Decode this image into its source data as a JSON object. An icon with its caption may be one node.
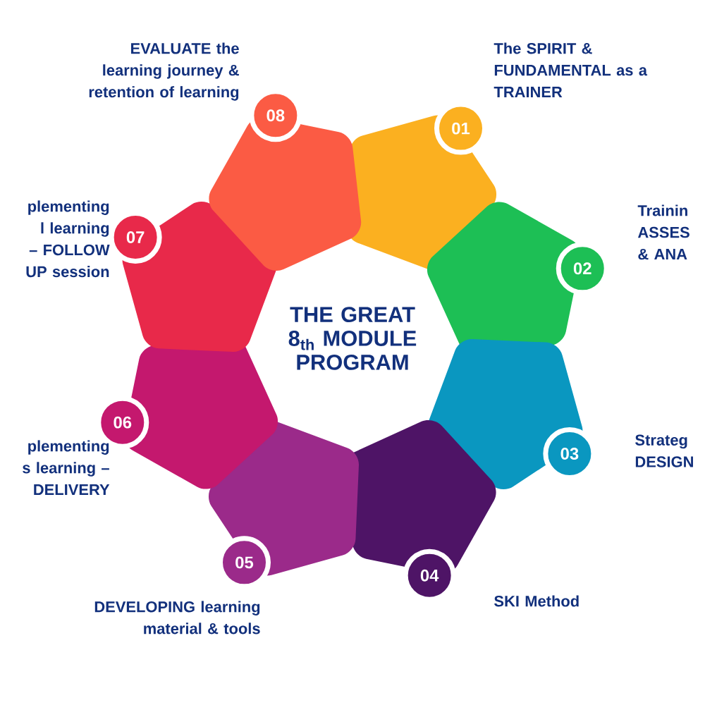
{
  "diagram": {
    "title": "THE GREAT 8$_{th}$ MODULE PROGRAM",
    "nodes": [
      {
        "text": [
          "01"
        ],
        "beside": [
          "The SPIRIT & FUNDAMENTAL as a TRAINER"
        ]
      },
      {
        "text": [
          "02"
        ],
        "beside": [
          "Trainin ASSES & ANA"
        ]
      },
      {
        "text": [
          "03"
        ],
        "beside": [
          "Strateg DESIGN"
        ]
      },
      {
        "text": [
          "04"
        ],
        "beside": [
          "SKI Method"
        ]
      },
      {
        "text": [
          "05"
        ],
        "beside": [
          "DEVELOPING learning material & tools"
        ]
      },
      {
        "text": [
          "06"
        ],
        "beside": [
          "plementing s learning – DELIVERY"
        ]
      },
      {
        "text": [
          "07"
        ],
        "beside": [
          "plementing l learning – FOLLOW UP session"
        ]
      },
      {
        "text": [
          "08"
        ],
        "beside": [
          "EVALUATE the learning journey & retention of learning"
        ]
      }
    ]
  }
}
